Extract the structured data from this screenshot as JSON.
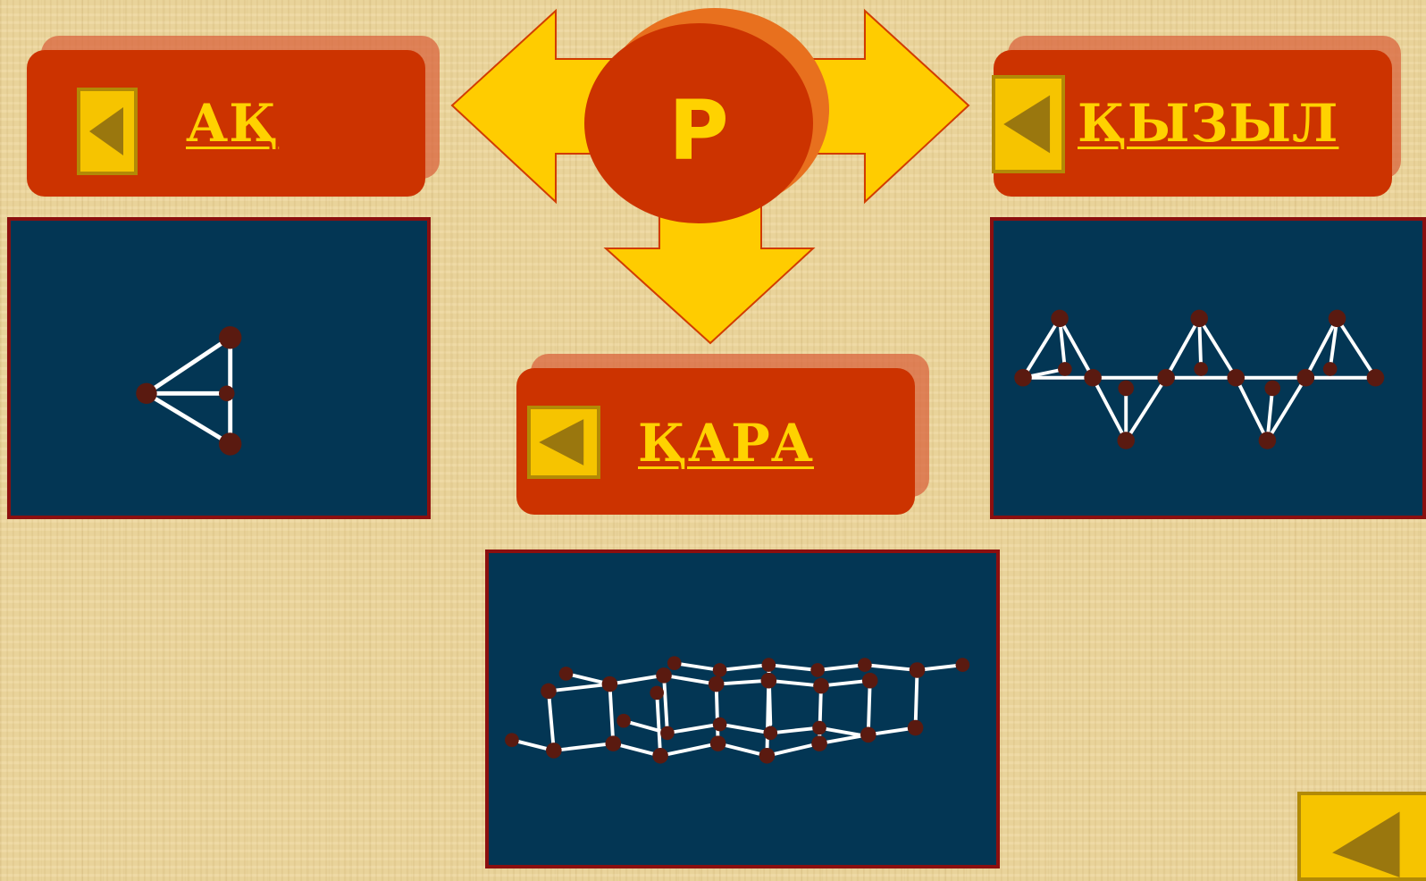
{
  "center_hub": {
    "letter": "P"
  },
  "buttons": {
    "white": {
      "label": "АҚ"
    },
    "red": {
      "label": "ҚЫЗЫЛ"
    },
    "black": {
      "label": "ҚАРА"
    }
  },
  "icons": {
    "back": "triangle-left-icon",
    "arrows": "three-way-arrow-icon"
  },
  "colors": {
    "button_fill": "#cc3300",
    "button_text": "#ffd200",
    "arrow_fill": "#ffcc00",
    "panel_fill": "#033654",
    "panel_border": "#8b0f0f",
    "atom": "#5a1a10",
    "bond": "#ffffff"
  }
}
